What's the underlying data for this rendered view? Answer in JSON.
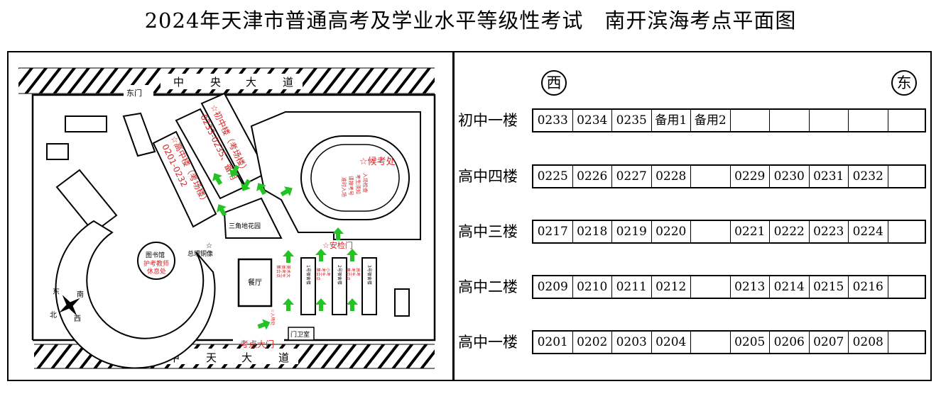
{
  "title": "2024年天津市普通高考及学业水平等级性考试　南开滨海考点平面图",
  "map": {
    "road_top": [
      "中",
      "央",
      "大",
      "道"
    ],
    "road_bottom": [
      "中",
      "天",
      "大",
      "道"
    ],
    "east_gate": "东门",
    "junior_building_line1": "☆初中楼（考场楼）",
    "junior_building_line2": "0233-0235、备用",
    "senior_building_line1": "☆高中楼（考场楼）",
    "senior_building_line2": "0201-0232",
    "waiting_area": "☆候考处",
    "waiting_notes": [
      "入场检查",
      "考生须知",
      "请按考号",
      "准时入场"
    ],
    "triangle_garden": "三角地花园",
    "security_gate": "☆安检门",
    "principal_statue": "总理铜像",
    "library": "图书馆",
    "library_note_line1": "护考教师",
    "library_note_line2": "休息处",
    "canteen": "餐厅",
    "dorm1": "1号宿舍楼",
    "dorm2": "2号宿舍楼",
    "dorm3": "3号宿舍楼",
    "assembly1": [
      "美术大",
      "类考生",
      "集合点"
    ],
    "assembly2": [
      "小考",
      "考生",
      "集合点"
    ],
    "assembly3": [
      "高考",
      "考生",
      "集合点"
    ],
    "exam_main_gate": "考点大门",
    "guard_room": "门卫室",
    "entrance_note": "☆入场处",
    "compass": {
      "north": "北",
      "south": "南",
      "east": "东",
      "west": "西"
    }
  },
  "seating": {
    "west": "西",
    "east": "东",
    "rows": [
      {
        "label": "初中一楼",
        "cells": [
          "0233",
          "0234",
          "0235",
          "备用1",
          "备用2",
          "",
          "",
          "",
          "",
          ""
        ]
      },
      {
        "label": "高中四楼",
        "cells": [
          "0225",
          "0226",
          "0227",
          "0228",
          "",
          "0229",
          "0230",
          "0231",
          "0232",
          ""
        ]
      },
      {
        "label": "高中三楼",
        "cells": [
          "0217",
          "0218",
          "0219",
          "0220",
          "",
          "0221",
          "0222",
          "0223",
          "0224",
          ""
        ]
      },
      {
        "label": "高中二楼",
        "cells": [
          "0209",
          "0210",
          "0211",
          "0212",
          "",
          "0213",
          "0214",
          "0215",
          "0216",
          ""
        ]
      },
      {
        "label": "高中一楼",
        "cells": [
          "0201",
          "0202",
          "0203",
          "0204",
          "",
          "0205",
          "0206",
          "0207",
          "0208",
          ""
        ]
      }
    ]
  },
  "colors": {
    "label_red": "#d9262a",
    "arrow_green": "#22c322",
    "line": "#000000"
  }
}
